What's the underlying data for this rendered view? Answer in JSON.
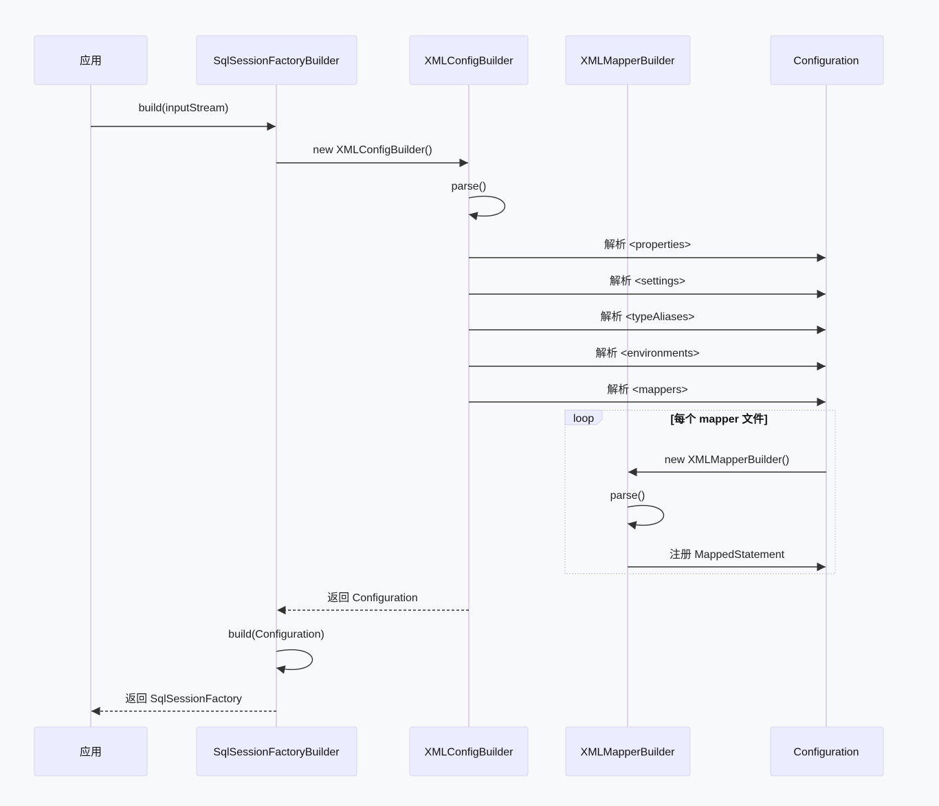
{
  "participants": [
    {
      "id": "app",
      "label": "应用"
    },
    {
      "id": "sfb",
      "label": "SqlSessionFactoryBuilder"
    },
    {
      "id": "xcb",
      "label": "XMLConfigBuilder"
    },
    {
      "id": "xmb",
      "label": "XMLMapperBuilder"
    },
    {
      "id": "cfg",
      "label": "Configuration"
    }
  ],
  "messages": [
    {
      "from": "app",
      "to": "sfb",
      "label": "build(inputStream)",
      "style": "solid"
    },
    {
      "from": "sfb",
      "to": "xcb",
      "label": "new XMLConfigBuilder()",
      "style": "solid"
    },
    {
      "from": "xcb",
      "to": "xcb",
      "label": "parse()",
      "style": "solid"
    },
    {
      "from": "xcb",
      "to": "cfg",
      "label": "解析 <properties>",
      "style": "solid"
    },
    {
      "from": "xcb",
      "to": "cfg",
      "label": "解析 <settings>",
      "style": "solid"
    },
    {
      "from": "xcb",
      "to": "cfg",
      "label": "解析 <typeAliases>",
      "style": "solid"
    },
    {
      "from": "xcb",
      "to": "cfg",
      "label": "解析 <environments>",
      "style": "solid"
    },
    {
      "from": "xcb",
      "to": "cfg",
      "label": "解析 <mappers>",
      "style": "solid"
    },
    {
      "from": "cfg",
      "to": "xmb",
      "label": "new XMLMapperBuilder()",
      "style": "solid"
    },
    {
      "from": "xmb",
      "to": "xmb",
      "label": "parse()",
      "style": "solid"
    },
    {
      "from": "xmb",
      "to": "cfg",
      "label": "注册 MappedStatement",
      "style": "solid"
    },
    {
      "from": "xcb",
      "to": "sfb",
      "label": "返回 Configuration",
      "style": "dashed"
    },
    {
      "from": "sfb",
      "to": "sfb",
      "label": "build(Configuration)",
      "style": "solid"
    },
    {
      "from": "sfb",
      "to": "app",
      "label": "返回 SqlSessionFactory",
      "style": "dashed"
    }
  ],
  "loop": {
    "label": "loop",
    "condition": "[每个 mapper 文件]"
  }
}
